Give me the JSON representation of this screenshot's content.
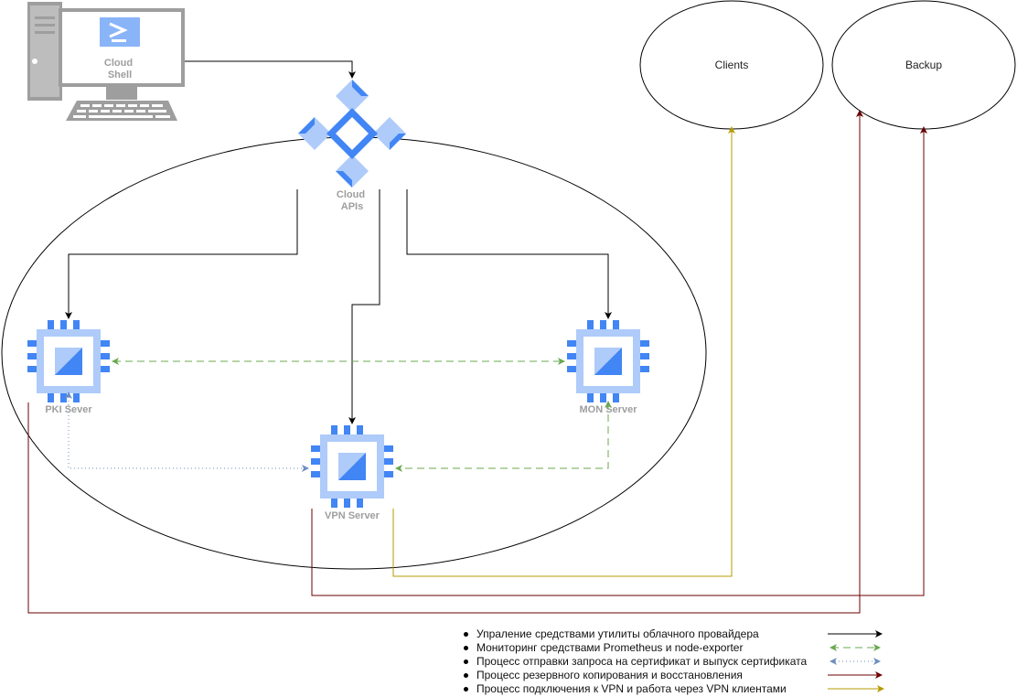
{
  "nodes": {
    "cloud_shell": "Cloud\nShell",
    "cloud_apis": "Cloud\nAPIs",
    "clients": "Clients",
    "backup": "Backup",
    "pki_server": "PKI Sever",
    "mon_server": "MON Server",
    "vpn_server": "VPN Server"
  },
  "colors": {
    "management": "#000000",
    "monitoring": "#6aa84f",
    "certificates": "#6c8ebf",
    "backup": "#6b0000",
    "vpn": "#b59b00",
    "icon_blue": "#4285f4",
    "icon_light": "#aecbfa"
  },
  "legend": [
    {
      "text": "Упраление средствами утилиты облачного провайдера",
      "color": "#000000",
      "style": "solid",
      "arrows": "end"
    },
    {
      "text": "Мониторинг средствами Prometheus и node-exporter",
      "color": "#6aa84f",
      "style": "dashed",
      "arrows": "both"
    },
    {
      "text": "Процесс отправки запроса на сертификат и выпуск сертификата",
      "color": "#6c8ebf",
      "style": "dotted",
      "arrows": "both"
    },
    {
      "text": "Процесс резервного копирования и восстановления",
      "color": "#6b0000",
      "style": "solid",
      "arrows": "end"
    },
    {
      "text": "Процесс подключения к VPN и работа через VPN клиентами",
      "color": "#b59b00",
      "style": "solid",
      "arrows": "end"
    }
  ]
}
